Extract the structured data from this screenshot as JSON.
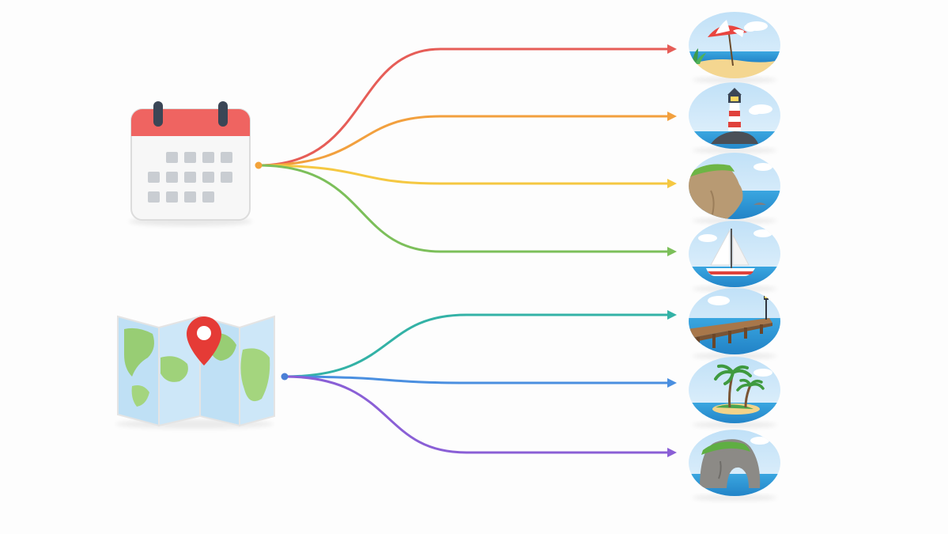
{
  "diagram": {
    "background": "#fdfdfd",
    "sources": [
      {
        "id": "calendar",
        "icon": "calendar-icon",
        "header_color": "#ef6461",
        "origin_color": "#f3a33a"
      },
      {
        "id": "map",
        "icon": "map-pin-icon",
        "pin_color": "#e53b36",
        "origin_color": "#4a7fd6"
      }
    ],
    "destinations": [
      {
        "id": "beach",
        "icon": "beach-umbrella-icon",
        "source": "calendar",
        "color": "#e65d57"
      },
      {
        "id": "lighthouse",
        "icon": "lighthouse-icon",
        "source": "calendar",
        "color": "#f2a03e"
      },
      {
        "id": "cliff",
        "icon": "cliff-icon",
        "source": "calendar",
        "color": "#f5c842"
      },
      {
        "id": "sailboat",
        "icon": "sailboat-icon",
        "source": "calendar",
        "color": "#7cbf5a"
      },
      {
        "id": "pier",
        "icon": "pier-icon",
        "source": "map",
        "color": "#33b2a6"
      },
      {
        "id": "palm-island",
        "icon": "palm-island-icon",
        "source": "map",
        "color": "#4a8fe0"
      },
      {
        "id": "sea-arch",
        "icon": "sea-arch-icon",
        "source": "map",
        "color": "#8a5fd6"
      }
    ]
  }
}
